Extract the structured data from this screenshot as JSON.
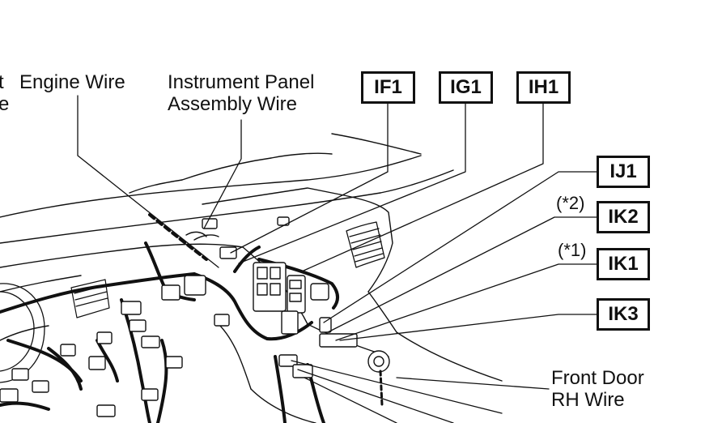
{
  "labels": {
    "cut_left_top": "t",
    "cut_left_bottom": "e",
    "engine_wire": "Engine Wire",
    "ip_wire_line1": "Instrument Panel",
    "ip_wire_line2": "Assembly Wire",
    "front_door_line1": "Front Door",
    "front_door_line2": "RH Wire"
  },
  "connectors": {
    "if1": "IF1",
    "ig1": "IG1",
    "ih1": "IH1",
    "ij1": "IJ1",
    "ik2": "IK2",
    "ik1": "IK1",
    "ik3": "IK3"
  },
  "notes": {
    "ik2_note": "(*2)",
    "ik1_note": "(*1)"
  }
}
